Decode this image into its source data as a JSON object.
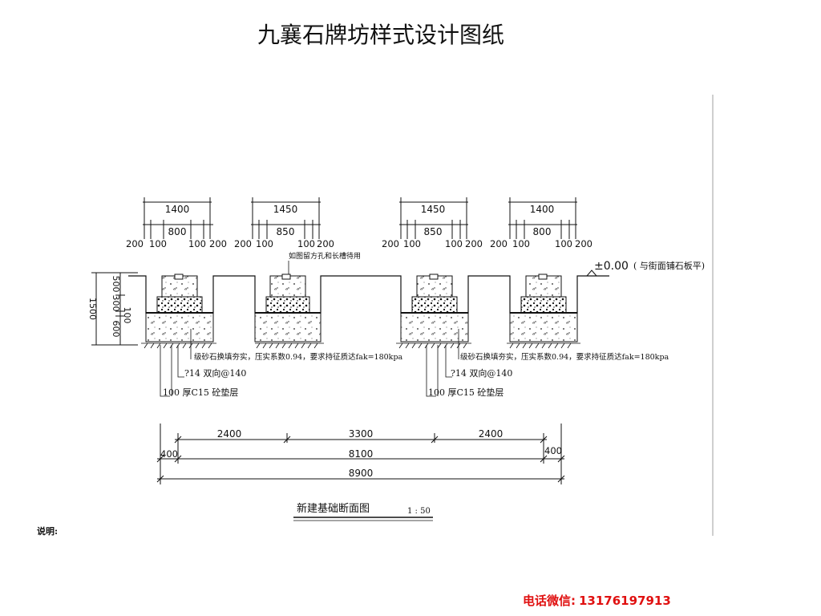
{
  "title": "九襄石牌坊样式设计图纸",
  "dims_top": {
    "widths": [
      "1400",
      "1450",
      "1450",
      "1400"
    ],
    "inner": [
      "800",
      "850",
      "850",
      "800"
    ],
    "subs": [
      [
        "200",
        "100",
        "100",
        "200"
      ],
      [
        "200",
        "100",
        "100",
        "200"
      ],
      [
        "200",
        "100",
        "100",
        "200"
      ],
      [
        "200",
        "100",
        "100",
        "200"
      ]
    ]
  },
  "left_dims": {
    "total": "1500",
    "parts": [
      "500",
      "300",
      "100",
      "600"
    ]
  },
  "annotations": {
    "hole_note": "如图留方孔和长槽待用",
    "elevation": "±0.00",
    "elevation_note": "( 与街面铺石板平)",
    "fill_note_a": "级砂石换填夯实，压实系数0.94，要求持征质达fak=180kpa",
    "fill_note_b": "级砂石换填夯实，压实系数0.94，要求持征质达fak=180kpa",
    "rebar_a": "?14 双向@140",
    "rebar_b": "?14 双向@140",
    "cushion_a": "100 厚C15 砼垫层",
    "cushion_b": "100 厚C15 砼垫层"
  },
  "dims_bottom": {
    "spans": [
      "2400",
      "3300",
      "2400"
    ],
    "inner_total": "8100",
    "edges": [
      "400",
      "400"
    ],
    "total": "8900"
  },
  "caption": {
    "label": "新建基础断面图",
    "scale": "1 : 50"
  },
  "note_label": "说明:",
  "contact": {
    "label": "电话微信:",
    "number": "13176197913"
  }
}
